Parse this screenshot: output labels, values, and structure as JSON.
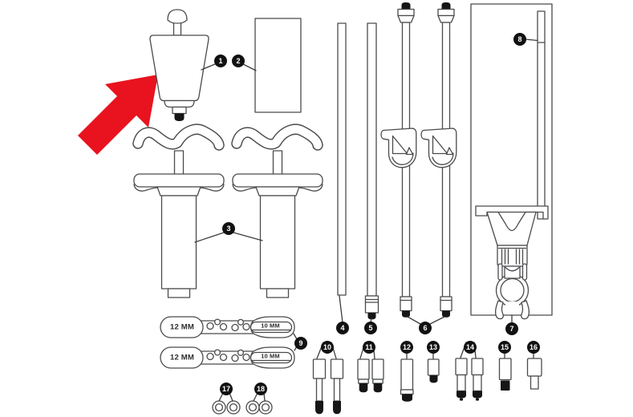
{
  "diagram": {
    "colors": {
      "background": "#ffffff",
      "outline": "#4a4b4d",
      "solid_parts": "#161616",
      "arrow": "#e8131e",
      "callout_bg": "#111111",
      "callout_text": "#ffffff"
    },
    "callouts": [
      {
        "number": "1"
      },
      {
        "number": "2"
      },
      {
        "number": "3"
      },
      {
        "number": "4"
      },
      {
        "number": "5"
      },
      {
        "number": "6"
      },
      {
        "number": "7"
      },
      {
        "number": "8"
      },
      {
        "number": "9"
      },
      {
        "number": "10"
      },
      {
        "number": "11"
      },
      {
        "number": "12"
      },
      {
        "number": "13"
      },
      {
        "number": "14"
      },
      {
        "number": "15"
      },
      {
        "number": "16"
      },
      {
        "number": "17"
      },
      {
        "number": "18"
      }
    ],
    "straps": [
      {
        "left": "12 MM",
        "right": "10 MM"
      },
      {
        "left": "12 MM",
        "right": "10 MM"
      }
    ]
  }
}
